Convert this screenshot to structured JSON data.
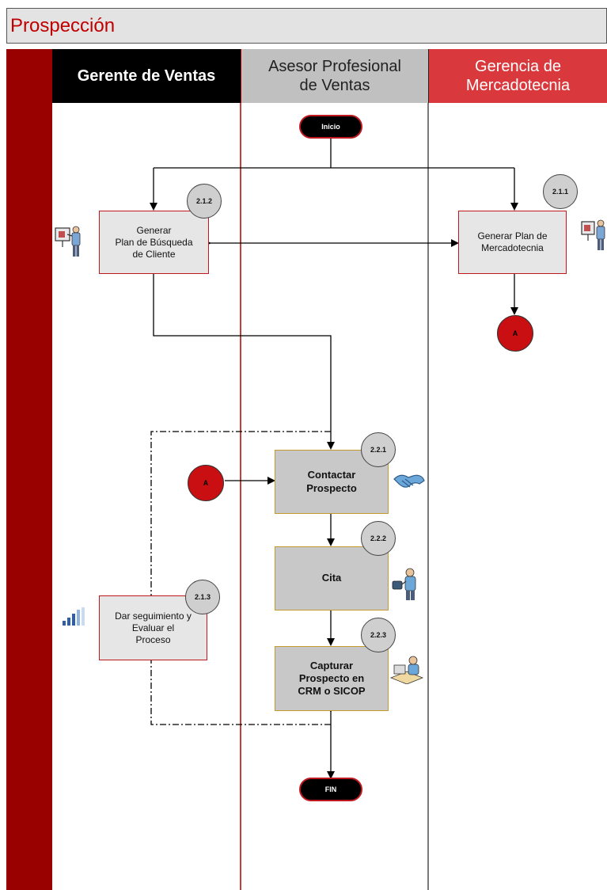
{
  "title": "Prospección",
  "lanes": [
    {
      "label": "Gerente de Ventas"
    },
    {
      "label": "Asesor Profesional\nde  Ventas"
    },
    {
      "label": "Gerencia de\nMercadotecnia"
    }
  ],
  "terminals": {
    "start": "Inicio",
    "end": "FIN"
  },
  "connector_label": "A",
  "processes": [
    {
      "id": "2.1.2",
      "label": "Generar\nPlan de Búsqueda\nde Cliente"
    },
    {
      "id": "2.1.1",
      "label": "Generar Plan de\nMercadotecnia"
    },
    {
      "id": "2.2.1",
      "label": "Contactar\nProspecto"
    },
    {
      "id": "2.2.2",
      "label": "Cita"
    },
    {
      "id": "2.2.3",
      "label": "Capturar\nProspecto en\nCRM o SICOP"
    },
    {
      "id": "2.1.3",
      "label": "Dar seguimiento y\nEvaluar el\nProceso"
    }
  ],
  "icons": [
    "presenter-icon",
    "presenter-icon",
    "handshake-icon",
    "meeting-person-icon",
    "computer-user-icon",
    "signal-bars-icon"
  ],
  "colors": {
    "title_text": "#c00000",
    "left_bar": "#990000",
    "lane1_head": "#000000",
    "lane2_head": "#c0c0c0",
    "lane3_head": "#d9383c",
    "lane_divider": "#b00000",
    "connector": "#c90f12",
    "process_border_red": "#c0181f",
    "process_border_gold": "#c39a2b"
  }
}
